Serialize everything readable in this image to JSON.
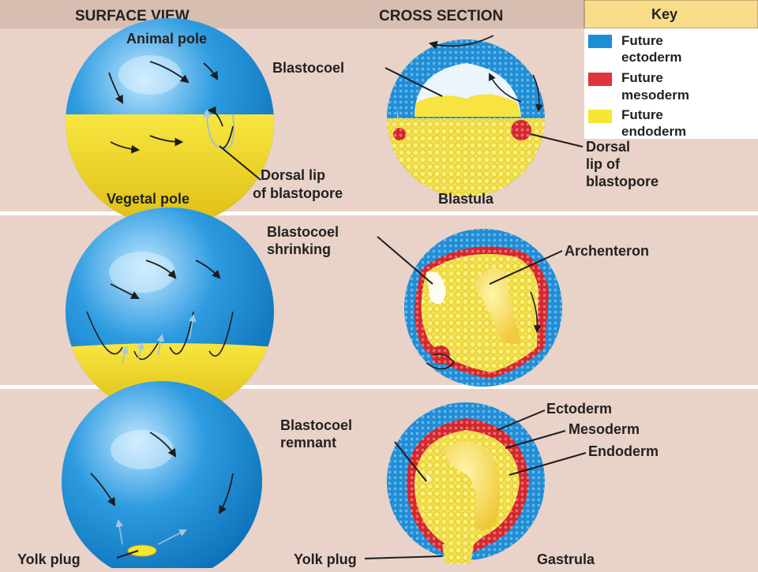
{
  "headers": {
    "surface": "SURFACE VIEW",
    "cross": "CROSS SECTION"
  },
  "key": {
    "title": "Key",
    "items": [
      {
        "line1": "Future",
        "line2": "ectoderm",
        "color": "#1a8fd6"
      },
      {
        "line1": "Future",
        "line2": "mesoderm",
        "color": "#e0333a"
      },
      {
        "line1": "Future",
        "line2": "endoderm",
        "color": "#f6e531"
      }
    ]
  },
  "row1": {
    "animal_pole": "Animal pole",
    "vegetal_pole": "Vegetal pole",
    "dorsal_lip_1": "Dorsal lip",
    "dorsal_lip_2": "of blastopore",
    "blastocoel": "Blastocoel",
    "dorsal_r_1": "Dorsal",
    "dorsal_r_2": "lip of",
    "dorsal_r_3": "blastopore",
    "stage": "Blastula"
  },
  "row2": {
    "shrink_1": "Blastocoel",
    "shrink_2": "shrinking",
    "archenteron": "Archenteron"
  },
  "row3": {
    "remnant_1": "Blastocoel",
    "remnant_2": "remnant",
    "ectoderm": "Ectoderm",
    "mesoderm": "Mesoderm",
    "endoderm": "Endoderm",
    "yolk_plug_left": "Yolk plug",
    "yolk_plug_mid": "Yolk plug",
    "stage": "Gastrula"
  }
}
